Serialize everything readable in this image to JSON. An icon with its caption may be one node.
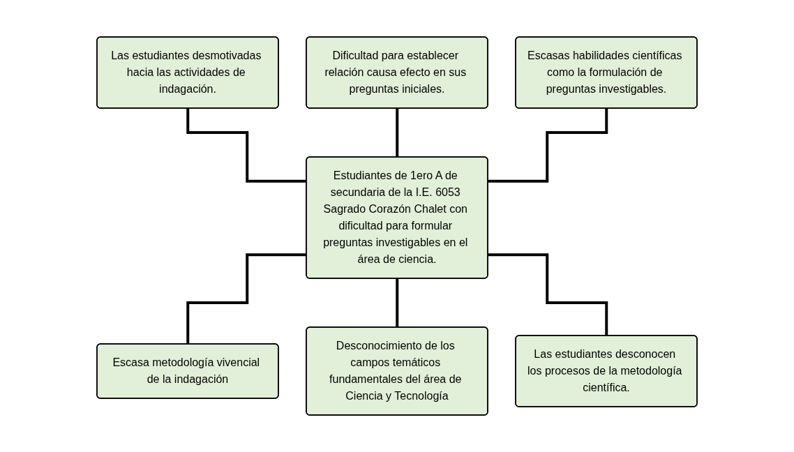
{
  "diagram": {
    "nodes": [
      {
        "text": [
          "Las estudiantes desmotivadas hacia las actividades de indagación."
        ]
      },
      {
        "text": [
          "Dificultad para establecer relación causa efecto en sus preguntas iniciales."
        ]
      },
      {
        "text": [
          "Escasas habilidades científicas como la formulación de preguntas investigables."
        ]
      },
      {
        "text": [
          "Estudiantes de 1ero A de secundaria de la I.E. 6053 Sagrado Corazón Chalet con dificultad para formular preguntas investigables en el área de ciencia."
        ]
      },
      {
        "text": [
          "Escasa metodología vivencial de la indagación"
        ]
      },
      {
        "text": [
          "Desconocimiento de los campos temáticos fundamentales del área de Ciencia y Tecnología"
        ]
      },
      {
        "text": [
          "Las estudiantes desconocen los procesos de la metodología científica."
        ]
      }
    ],
    "edges": [
      {
        "from": 0,
        "to": 3,
        "arrow": "none"
      },
      {
        "from": 1,
        "to": 3,
        "arrow": "none"
      },
      {
        "from": 2,
        "to": 3,
        "arrow": "none"
      },
      {
        "from": 3,
        "to": 4,
        "arrow": "none"
      },
      {
        "from": 3,
        "to": 5,
        "arrow": "none"
      },
      {
        "from": 3,
        "to": 6,
        "arrow": "none"
      }
    ]
  }
}
